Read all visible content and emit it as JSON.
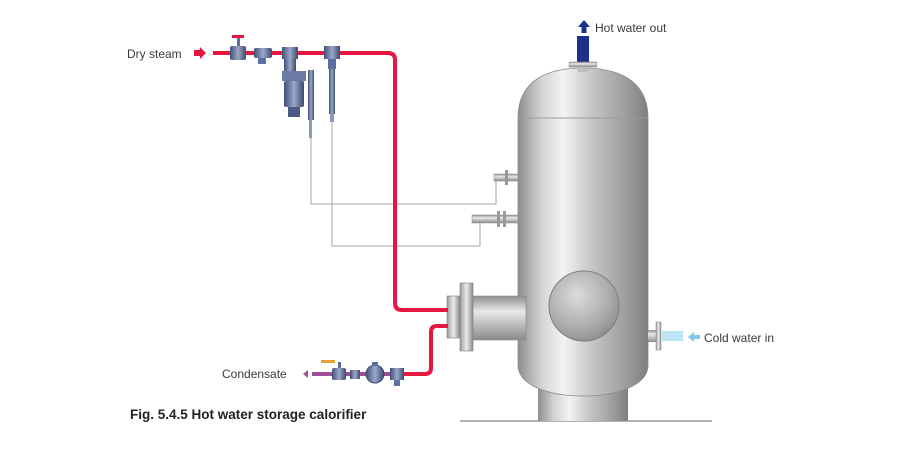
{
  "labels": {
    "dry_steam": "Dry steam",
    "hot_water_out": "Hot water out",
    "cold_water_in": "Cold water in",
    "condensate": "Condensate"
  },
  "caption": "Fig. 5.4.5 Hot water storage calorifier",
  "colors": {
    "steam": "#e5173f",
    "condensate": "#a0509a",
    "hot_water": "#1f2f8c",
    "cold_water": "#bfe6f5",
    "vessel": "#bdbdbd",
    "sensor_line": "#b8b8b8",
    "valve": "#5c6fa0"
  },
  "icons": {
    "hot_out_arrow": "arrow-up-icon",
    "cold_in_arrow": "arrow-left-icon",
    "steam_in_arrow": "arrow-right-icon",
    "condensate_arrow": "arrow-left-icon"
  }
}
